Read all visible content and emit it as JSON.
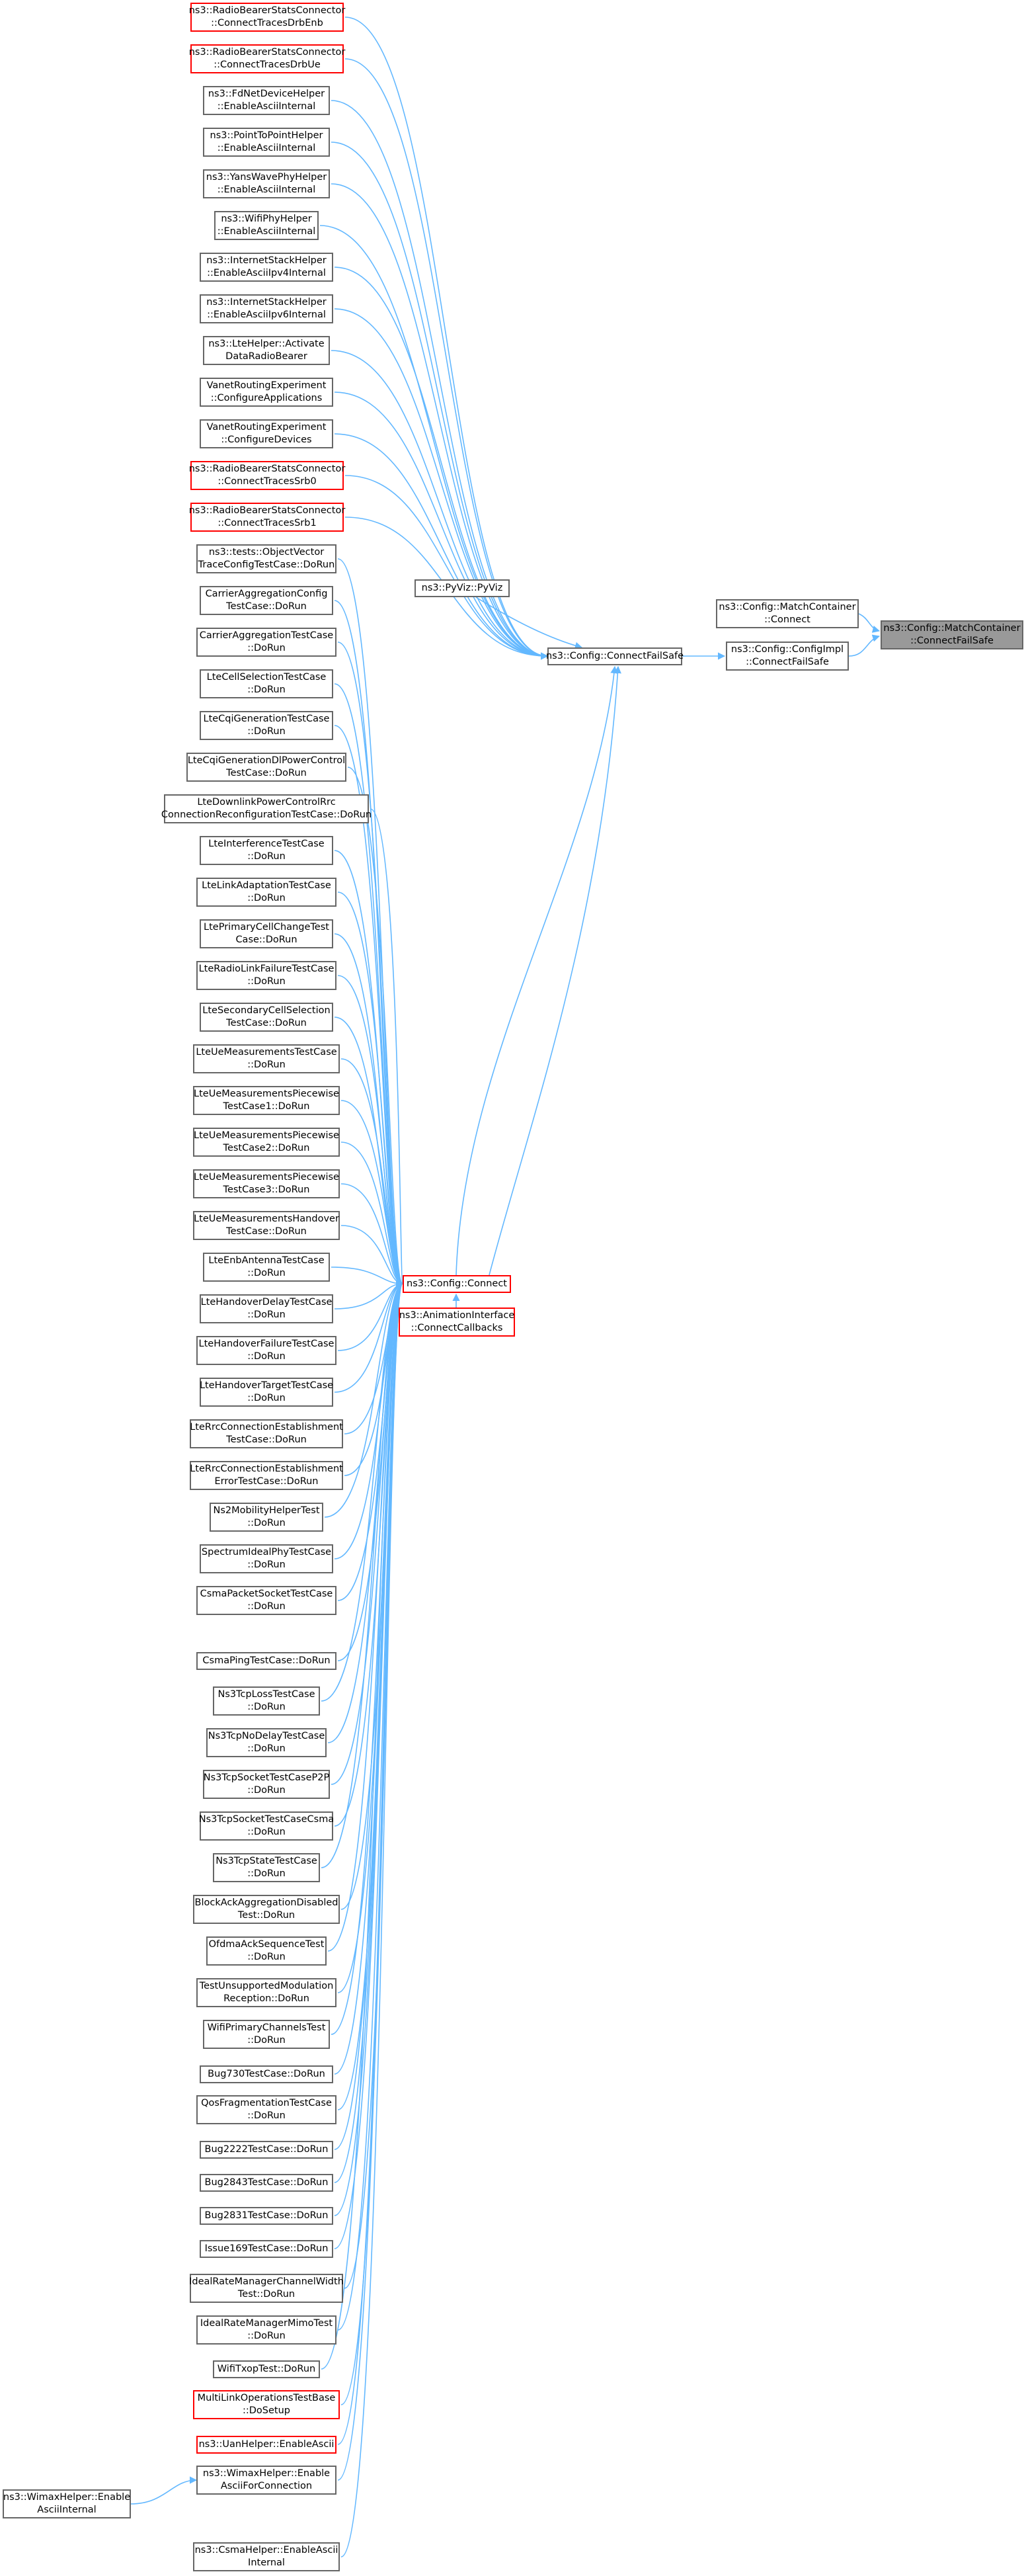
{
  "colors": {
    "edge": "#63b8ff",
    "border": "#666666",
    "highlight_border": "#ff0000",
    "focus_fill": "#999999"
  },
  "nodes": {
    "n0": {
      "l1": "ns3::RadioBearerStatsConnector",
      "l2": "::ConnectTracesDrbEnb"
    },
    "n1": {
      "l1": "ns3::RadioBearerStatsConnector",
      "l2": "::ConnectTracesDrbUe"
    },
    "n2": {
      "l1": "ns3::FdNetDeviceHelper",
      "l2": "::EnableAsciiInternal"
    },
    "n3": {
      "l1": "ns3::PointToPointHelper",
      "l2": "::EnableAsciiInternal"
    },
    "n4": {
      "l1": "ns3::YansWavePhyHelper",
      "l2": "::EnableAsciiInternal"
    },
    "n5": {
      "l1": "ns3::WifiPhyHelper",
      "l2": "::EnableAsciiInternal"
    },
    "n6": {
      "l1": "ns3::InternetStackHelper",
      "l2": "::EnableAsciiIpv4Internal"
    },
    "n7": {
      "l1": "ns3::InternetStackHelper",
      "l2": "::EnableAsciiIpv6Internal"
    },
    "n8": {
      "l1": "ns3::LteHelper::Activate",
      "l2": "DataRadioBearer"
    },
    "n9": {
      "l1": "VanetRoutingExperiment",
      "l2": "::ConfigureApplications"
    },
    "n10": {
      "l1": "VanetRoutingExperiment",
      "l2": "::ConfigureDevices"
    },
    "n11": {
      "l1": "ns3::RadioBearerStatsConnector",
      "l2": "::ConnectTracesSrb0"
    },
    "n12": {
      "l1": "ns3::RadioBearerStatsConnector",
      "l2": "::ConnectTracesSrb1"
    },
    "n13": {
      "l1": "ns3::tests::ObjectVector",
      "l2": "TraceConfigTestCase::DoRun"
    },
    "n14": {
      "l1": "CarrierAggregationConfig",
      "l2": "TestCase::DoRun"
    },
    "n15": {
      "l1": "CarrierAggregationTestCase",
      "l2": "::DoRun"
    },
    "n16": {
      "l1": "LteCellSelectionTestCase",
      "l2": "::DoRun"
    },
    "n17": {
      "l1": "LteCqiGenerationTestCase",
      "l2": "::DoRun"
    },
    "n18": {
      "l1": "LteCqiGenerationDlPowerControl",
      "l2": "TestCase::DoRun"
    },
    "n19": {
      "l1": "LteDownlinkPowerControlRrc",
      "l2": "ConnectionReconfigurationTestCase::DoRun"
    },
    "n20": {
      "l1": "LteInterferenceTestCase",
      "l2": "::DoRun"
    },
    "n21": {
      "l1": "LteLinkAdaptationTestCase",
      "l2": "::DoRun"
    },
    "n22": {
      "l1": "LtePrimaryCellChangeTest",
      "l2": "Case::DoRun"
    },
    "n23": {
      "l1": "LteRadioLinkFailureTestCase",
      "l2": "::DoRun"
    },
    "n24": {
      "l1": "LteSecondaryCellSelection",
      "l2": "TestCase::DoRun"
    },
    "n25": {
      "l1": "LteUeMeasurementsTestCase",
      "l2": "::DoRun"
    },
    "n26": {
      "l1": "LteUeMeasurementsPiecewise",
      "l2": "TestCase1::DoRun"
    },
    "n27": {
      "l1": "LteUeMeasurementsPiecewise",
      "l2": "TestCase2::DoRun"
    },
    "n28": {
      "l1": "LteUeMeasurementsPiecewise",
      "l2": "TestCase3::DoRun"
    },
    "n29": {
      "l1": "LteUeMeasurementsHandover",
      "l2": "TestCase::DoRun"
    },
    "n30": {
      "l1": "LteEnbAntennaTestCase",
      "l2": "::DoRun"
    },
    "n31": {
      "l1": "LteHandoverDelayTestCase",
      "l2": "::DoRun"
    },
    "n32": {
      "l1": "LteHandoverFailureTestCase",
      "l2": "::DoRun"
    },
    "n33": {
      "l1": "LteHandoverTargetTestCase",
      "l2": "::DoRun"
    },
    "n34": {
      "l1": "LteRrcConnectionEstablishment",
      "l2": "TestCase::DoRun"
    },
    "n35": {
      "l1": "LteRrcConnectionEstablishment",
      "l2": "ErrorTestCase::DoRun"
    },
    "n36": {
      "l1": "Ns2MobilityHelperTest",
      "l2": "::DoRun"
    },
    "n37": {
      "l1": "SpectrumIdealPhyTestCase",
      "l2": "::DoRun"
    },
    "n38": {
      "l1": "CsmaPacketSocketTestCase",
      "l2": "::DoRun"
    },
    "n39": {
      "l1": "CsmaPingTestCase::DoRun",
      "l2": ""
    },
    "n40": {
      "l1": "Ns3TcpLossTestCase",
      "l2": "::DoRun"
    },
    "n41": {
      "l1": "Ns3TcpNoDelayTestCase",
      "l2": "::DoRun"
    },
    "n42": {
      "l1": "Ns3TcpSocketTestCaseP2P",
      "l2": "::DoRun"
    },
    "n43": {
      "l1": "Ns3TcpSocketTestCaseCsma",
      "l2": "::DoRun"
    },
    "n44": {
      "l1": "Ns3TcpStateTestCase",
      "l2": "::DoRun"
    },
    "n45": {
      "l1": "BlockAckAggregationDisabled",
      "l2": "Test::DoRun"
    },
    "n46": {
      "l1": "OfdmaAckSequenceTest",
      "l2": "::DoRun"
    },
    "n47": {
      "l1": "TestUnsupportedModulation",
      "l2": "Reception::DoRun"
    },
    "n48": {
      "l1": "WifiPrimaryChannelsTest",
      "l2": "::DoRun"
    },
    "n49": {
      "l1": "Bug730TestCase::DoRun",
      "l2": ""
    },
    "n50": {
      "l1": "QosFragmentationTestCase",
      "l2": "::DoRun"
    },
    "n51": {
      "l1": "Bug2222TestCase::DoRun",
      "l2": ""
    },
    "n52": {
      "l1": "Bug2843TestCase::DoRun",
      "l2": ""
    },
    "n53": {
      "l1": "Bug2831TestCase::DoRun",
      "l2": ""
    },
    "n54": {
      "l1": "Issue169TestCase::DoRun",
      "l2": ""
    },
    "n55": {
      "l1": "IdealRateManagerChannelWidth",
      "l2": "Test::DoRun"
    },
    "n56": {
      "l1": "IdealRateManagerMimoTest",
      "l2": "::DoRun"
    },
    "n57": {
      "l1": "WifiTxopTest::DoRun",
      "l2": ""
    },
    "n58": {
      "l1": "MultiLinkOperationsTestBase",
      "l2": "::DoSetup"
    },
    "n59": {
      "l1": "ns3::UanHelper::EnableAscii",
      "l2": ""
    },
    "n60": {
      "l1": "ns3::WimaxHelper::Enable",
      "l2": "AsciiForConnection"
    },
    "n61": {
      "l1": "ns3::CsmaHelper::EnableAscii",
      "l2": "Internal"
    },
    "wimax_internal": {
      "l1": "ns3::WimaxHelper::Enable",
      "l2": "AsciiInternal"
    },
    "pyviz": {
      "l1": "ns3::PyViz::PyViz",
      "l2": ""
    },
    "connect_fail_safe": {
      "l1": "ns3::Config::ConnectFailSafe",
      "l2": ""
    },
    "config_connect": {
      "l1": "ns3::Config::Connect",
      "l2": ""
    },
    "animation": {
      "l1": "ns3::AnimationInterface",
      "l2": "::ConnectCallbacks"
    },
    "match_connect": {
      "l1": "ns3::Config::MatchContainer",
      "l2": "::Connect"
    },
    "impl_fail_safe": {
      "l1": "ns3::Config::ConfigImpl",
      "l2": "::ConnectFailSafe"
    },
    "focus": {
      "l1": "ns3::Config::MatchContainer",
      "l2": "::ConnectFailSafe"
    }
  }
}
